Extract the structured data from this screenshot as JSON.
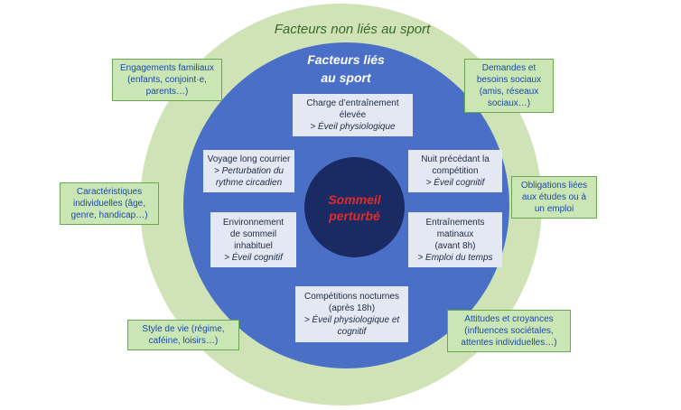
{
  "diagram": {
    "outer_title": "Facteurs non liés au sport",
    "inner_title": "Facteurs liés\nau sport",
    "center": "Sommeil\nperturbé",
    "inner_factors": [
      {
        "label": "Charge d’entraînement\nélevée",
        "sub": "> Éveil physiologique"
      },
      {
        "label": "Voyage long courrier",
        "sub": "> Perturbation du\nrythme circadien"
      },
      {
        "label": "Nuit précédant la\ncompétition",
        "sub": "> Éveil cognitif"
      },
      {
        "label": "Environnement\nde sommeil\ninhabituel",
        "sub": "> Éveil cognitif"
      },
      {
        "label": "Entraînements\nmatinaux\n(avant 8h)",
        "sub": "> Emploi du temps"
      },
      {
        "label": "Compétitions nocturnes\n(après 18h)",
        "sub": "> Éveil physiologique et\ncognitif"
      }
    ],
    "outer_factors": [
      "Engagements familiaux\n(enfants, conjoint·e,\nparents…)",
      "Demandes et\nbesoins sociaux\n(amis, réseaux\nsociaux…)",
      "Caractéristiques\nindividuelles (âge,\ngenre, handicap…)",
      "Obligations liées\naux études ou à\nun emploi",
      "Style de vie (régime,\ncaféine, loisirs…)",
      "Attitudes et croyances\n(influences sociétales,\nattentes individuelles…)"
    ],
    "colors": {
      "outer_ring": "#cfe3b6",
      "middle_ring": "#4a6fc7",
      "core": "#1a2a63",
      "core_text": "#e02a2a",
      "outer_box_text": "#1e4aa8"
    }
  }
}
